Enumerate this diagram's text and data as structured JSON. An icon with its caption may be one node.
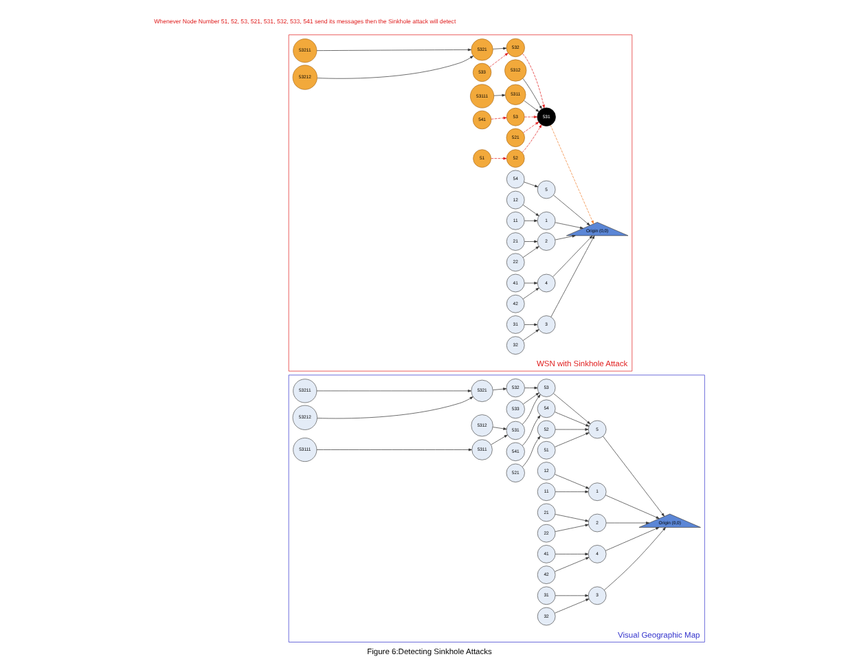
{
  "diagram": {
    "caption": "Figure 6:Detecting Sinkhole Attacks",
    "nodes": [
      {
        "text": [
          "Visual Geographic Map"
        ]
      },
      {
        "text": [
          "53211"
        ],
        "in": 0
      },
      {
        "text": [
          "53212"
        ],
        "in": 0
      },
      {
        "text": [
          "5321"
        ],
        "in": 0
      },
      {
        "text": [
          "532"
        ],
        "in": 0
      },
      {
        "text": [
          "533"
        ],
        "in": 0
      },
      {
        "text": [
          "53"
        ],
        "in": 0
      },
      {
        "text": [
          "5312"
        ],
        "in": 0
      },
      {
        "text": [
          "531"
        ],
        "in": 0
      },
      {
        "text": [
          "5311"
        ],
        "in": 0
      },
      {
        "text": [
          "53111"
        ],
        "in": 0
      },
      {
        "text": [
          "541"
        ],
        "in": 0
      },
      {
        "text": [
          "54"
        ],
        "in": 0
      },
      {
        "text": [
          "52"
        ],
        "in": 0
      },
      {
        "text": [
          "521"
        ],
        "in": 0
      },
      {
        "text": [
          "51"
        ],
        "in": 0
      },
      {
        "text": [
          "5"
        ],
        "in": 0
      },
      {
        "text": [
          "Origin (0,0)"
        ],
        "in": 0
      },
      {
        "text": [
          "12"
        ],
        "in": 0
      },
      {
        "text": [
          "11"
        ],
        "in": 0
      },
      {
        "text": [
          "1"
        ],
        "in": 0
      },
      {
        "text": [
          "21"
        ],
        "in": 0
      },
      {
        "text": [
          "2"
        ],
        "in": 0
      },
      {
        "text": [
          "22"
        ],
        "in": 0
      },
      {
        "text": [
          "4"
        ],
        "in": 0
      },
      {
        "text": [
          "41"
        ],
        "in": 0
      },
      {
        "text": [
          "42"
        ],
        "in": 0
      },
      {
        "text": [
          "3"
        ],
        "in": 0
      },
      {
        "text": [
          "31"
        ],
        "in": 0
      },
      {
        "text": [
          "32"
        ],
        "in": 0
      },
      {
        "text": [
          "WSN with Sinkhole Attack"
        ]
      },
      {
        "text": [
          "53211"
        ],
        "in": 30
      },
      {
        "text": [
          "53212"
        ],
        "in": 30
      },
      {
        "text": [
          "5321"
        ],
        "in": 30
      },
      {
        "text": [
          "532"
        ],
        "in": 30
      },
      {
        "text": [
          "533"
        ],
        "in": 30
      },
      {
        "text": [
          "53"
        ],
        "in": 30
      },
      {
        "text": [
          "5312"
        ],
        "in": 30
      },
      {
        "text": [
          "531"
        ],
        "in": 30
      },
      {
        "text": [
          "5311"
        ],
        "in": 30
      },
      {
        "text": [
          "53111"
        ],
        "in": 30
      },
      {
        "text": [
          "541"
        ],
        "in": 30
      },
      {
        "text": [
          "54"
        ],
        "in": 30
      },
      {
        "text": [
          "52"
        ],
        "in": 30
      },
      {
        "text": [
          "521"
        ],
        "in": 30
      },
      {
        "text": [
          "51"
        ],
        "in": 30
      },
      {
        "text": [
          "5"
        ],
        "in": 30
      },
      {
        "text": [
          "Origin (0,0)"
        ],
        "in": 30
      },
      {
        "text": [
          "12"
        ],
        "in": 30
      },
      {
        "text": [
          "11"
        ],
        "in": 30
      },
      {
        "text": [
          "1"
        ],
        "in": 30
      },
      {
        "text": [
          "21"
        ],
        "in": 30
      },
      {
        "text": [
          "2"
        ],
        "in": 30
      },
      {
        "text": [
          "22"
        ],
        "in": 30
      },
      {
        "text": [
          "4"
        ],
        "in": 30
      },
      {
        "text": [
          "41"
        ],
        "in": 30
      },
      {
        "text": [
          "42"
        ],
        "in": 30
      },
      {
        "text": [
          "3"
        ],
        "in": 30
      },
      {
        "text": [
          "31"
        ],
        "in": 30
      },
      {
        "text": [
          "32"
        ],
        "in": 30
      }
    ],
    "edges": [
      {
        "from": 1,
        "to": 3,
        "arrow": "to"
      },
      {
        "from": 2,
        "to": 3,
        "arrow": "to"
      },
      {
        "from": 3,
        "to": 4,
        "arrow": "to"
      },
      {
        "from": 4,
        "to": 6,
        "arrow": "to"
      },
      {
        "from": 5,
        "to": 6,
        "arrow": "to"
      },
      {
        "from": 7,
        "to": 8,
        "arrow": "to"
      },
      {
        "from": 10,
        "to": 9,
        "arrow": "to"
      },
      {
        "from": 9,
        "to": 8,
        "arrow": "to"
      },
      {
        "from": 8,
        "to": 6,
        "arrow": "to"
      },
      {
        "from": 6,
        "to": 16,
        "arrow": "to"
      },
      {
        "from": 11,
        "to": 12,
        "arrow": "to"
      },
      {
        "from": 12,
        "to": 16,
        "arrow": "to"
      },
      {
        "from": 14,
        "to": 13,
        "arrow": "to"
      },
      {
        "from": 13,
        "to": 16,
        "arrow": "to"
      },
      {
        "from": 15,
        "to": 16,
        "arrow": "to"
      },
      {
        "from": 16,
        "to": 17,
        "arrow": "to"
      },
      {
        "from": 18,
        "to": 20,
        "arrow": "to"
      },
      {
        "from": 19,
        "to": 20,
        "arrow": "to"
      },
      {
        "from": 20,
        "to": 17,
        "arrow": "to"
      },
      {
        "from": 21,
        "to": 22,
        "arrow": "to"
      },
      {
        "from": 23,
        "to": 22,
        "arrow": "to"
      },
      {
        "from": 22,
        "to": 17,
        "arrow": "to"
      },
      {
        "from": 26,
        "to": 24,
        "arrow": "to"
      },
      {
        "from": 25,
        "to": 24,
        "arrow": "to"
      },
      {
        "from": 24,
        "to": 17,
        "arrow": "to"
      },
      {
        "from": 28,
        "to": 27,
        "arrow": "to"
      },
      {
        "from": 29,
        "to": 27,
        "arrow": "to"
      },
      {
        "from": 27,
        "to": 17,
        "arrow": "to"
      },
      {
        "from": 31,
        "to": 33,
        "arrow": "to"
      },
      {
        "from": 32,
        "to": 33,
        "arrow": "to"
      },
      {
        "from": 33,
        "to": 34,
        "arrow": "to"
      },
      {
        "from": 35,
        "to": 34,
        "arrow": "to",
        "style": "dashed",
        "color": "#e02020"
      },
      {
        "from": 34,
        "to": 38,
        "arrow": "to",
        "style": "dashed",
        "color": "#e02020"
      },
      {
        "from": 41,
        "to": 36,
        "arrow": "to",
        "style": "dashed",
        "color": "#e02020"
      },
      {
        "from": 36,
        "to": 38,
        "arrow": "to",
        "style": "dashed",
        "color": "#e02020"
      },
      {
        "from": 37,
        "to": 38,
        "arrow": "to"
      },
      {
        "from": 40,
        "to": 39,
        "arrow": "to"
      },
      {
        "from": 39,
        "to": 38,
        "arrow": "to"
      },
      {
        "from": 43,
        "to": 38,
        "arrow": "to",
        "style": "dashed",
        "color": "#e02020"
      },
      {
        "from": 45,
        "to": 43,
        "arrow": "to",
        "style": "dashed",
        "color": "#e02020"
      },
      {
        "from": 44,
        "to": 38,
        "arrow": "to",
        "style": "dashed",
        "color": "#e02020"
      },
      {
        "from": 38,
        "to": 47,
        "arrow": "to",
        "style": "dashed",
        "color": "#f08030"
      },
      {
        "from": 42,
        "to": 46,
        "arrow": "to"
      },
      {
        "from": 46,
        "to": 47,
        "arrow": "to"
      },
      {
        "from": 48,
        "to": 50,
        "arrow": "to"
      },
      {
        "from": 49,
        "to": 50,
        "arrow": "to"
      },
      {
        "from": 50,
        "to": 47,
        "arrow": "to"
      },
      {
        "from": 51,
        "to": 52,
        "arrow": "to"
      },
      {
        "from": 53,
        "to": 52,
        "arrow": "to"
      },
      {
        "from": 52,
        "to": 47,
        "arrow": "to"
      },
      {
        "from": 56,
        "to": 54,
        "arrow": "to"
      },
      {
        "from": 55,
        "to": 54,
        "arrow": "to"
      },
      {
        "from": 54,
        "to": 47,
        "arrow": "to"
      },
      {
        "from": 58,
        "to": 57,
        "arrow": "to"
      },
      {
        "from": 59,
        "to": 57,
        "arrow": "to"
      },
      {
        "from": 57,
        "to": 47,
        "arrow": "to"
      }
    ],
    "labels": [
      "Whenever Node Number 51, 52, 53, 521, 531, 532, 533, 541 send its messages then the Sinkhole attack will detect"
    ]
  }
}
